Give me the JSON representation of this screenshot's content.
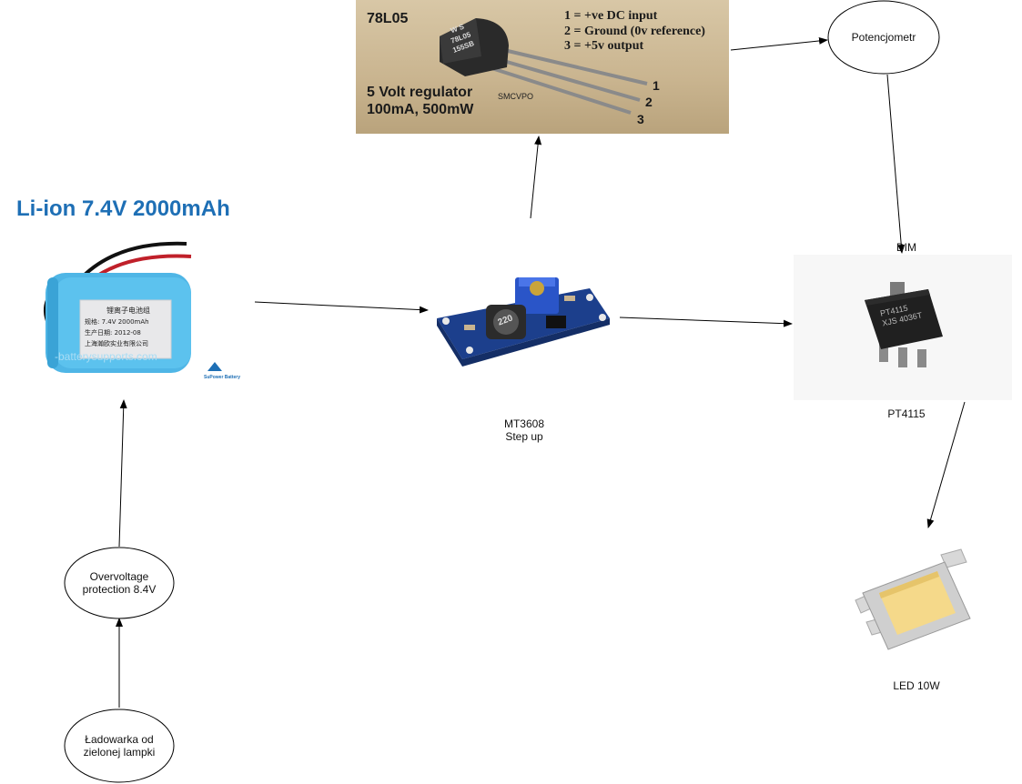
{
  "regulator": {
    "model": "78L05",
    "pins": [
      "1 = +ve DC input",
      "2 = Ground (0v reference)",
      "3 = +5v output"
    ],
    "caption_line1": "5 Volt regulator",
    "caption_line2": "100mA, 500mW",
    "watermark": "SMCVPO",
    "pin_numbers": [
      "1",
      "2",
      "3"
    ],
    "chip_marking": [
      "W S",
      "78L05",
      "155SB"
    ]
  },
  "potentiometer": {
    "label": "Potencjometr"
  },
  "battery": {
    "title": "Li-ion 7.4V 2000mAh",
    "sticker_lines": [
      "锂离子电池组",
      "规格: 7.4V 2000mAh",
      "生产日期: 2012-08",
      "上海瀚欧实业有限公司"
    ],
    "watermark": "-batterysupports.com",
    "brand": "SuPower Battery"
  },
  "booster": {
    "label_line1": "MT3608",
    "label_line2": "Step up",
    "inductor_mark": "220"
  },
  "driver": {
    "dim_label": "DIM",
    "label": "PT4115",
    "chip_marking": [
      "PT4115",
      "XJS 4036T"
    ]
  },
  "protection": {
    "label": "Overvoltage\nprotection 8.4V"
  },
  "charger": {
    "label": "Ładowarka od\nzielonej lampki"
  },
  "led": {
    "label": "LED 10W"
  },
  "colors": {
    "battery_blue": "#4fb6e6",
    "board_blue": "#1c3f8c",
    "title_blue": "#1e6fb5",
    "led_yellow": "#f5d98a"
  }
}
